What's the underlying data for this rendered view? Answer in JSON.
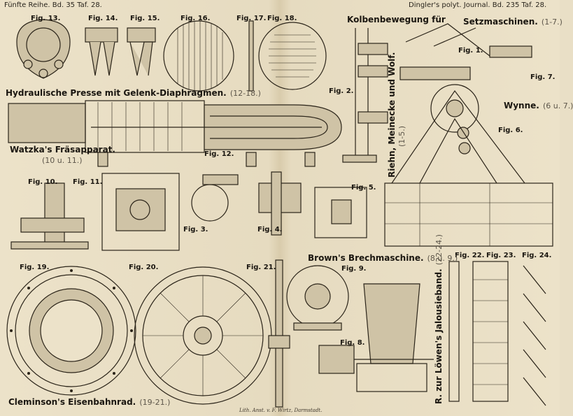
{
  "header": {
    "left": "Fünfte Reihe. Bd. 35 Taf. 28.",
    "right": "Dingler's polyt. Journal. Bd. 235 Taf. 28."
  },
  "figures": {
    "f1": "Fig. 1.",
    "f2": "Fig. 2.",
    "f3": "Fig. 3.",
    "f4": "Fig. 4.",
    "f5": "Fig. 5.",
    "f6": "Fig. 6.",
    "f7": "Fig. 7.",
    "f8": "Fig. 8.",
    "f9": "Fig. 9.",
    "f10": "Fig. 10.",
    "f11": "Fig. 11.",
    "f12": "Fig. 12.",
    "f13": "Fig. 13.",
    "f14": "Fig. 14.",
    "f15": "Fig. 15.",
    "f16": "Fig. 16.",
    "f17": "Fig. 17.",
    "f18": "Fig. 18.",
    "f19": "Fig. 19.",
    "f20": "Fig. 20.",
    "f21": "Fig. 21.",
    "f22": "Fig. 22.",
    "f23": "Fig. 23.",
    "f24": "Fig. 24."
  },
  "captions": {
    "hydraulic": "Hydraulische Presse mit Gelenk-Diaphragmen.",
    "hydraulic_ref": "(12-18.)",
    "watzka": "Watzka's Fräsapparat.",
    "watzka_ref": "(10 u. 11.)",
    "kolben": "Kolbenbewegung für",
    "setz": "Setzmaschinen.",
    "setz_ref": "(1-7.)",
    "wynne": "Wynne.",
    "wynne_ref": "(6 u. 7.)",
    "riehn": "Riehn, Meinecke und Wolf.",
    "riehn_ref": "(1-5.)",
    "brown": "Brown's Brechmaschine.",
    "brown_ref": "(8 u. 9.)",
    "cleminson": "Cleminson's Eisenbahnrad.",
    "cleminson_ref": "(19-21.)",
    "loewen": "R. zur Löwen's Jalousieband.",
    "loewen_ref": "(22-24.)"
  },
  "footer": "Lith. Anst. v. F. Wirtz, Darmstadt."
}
